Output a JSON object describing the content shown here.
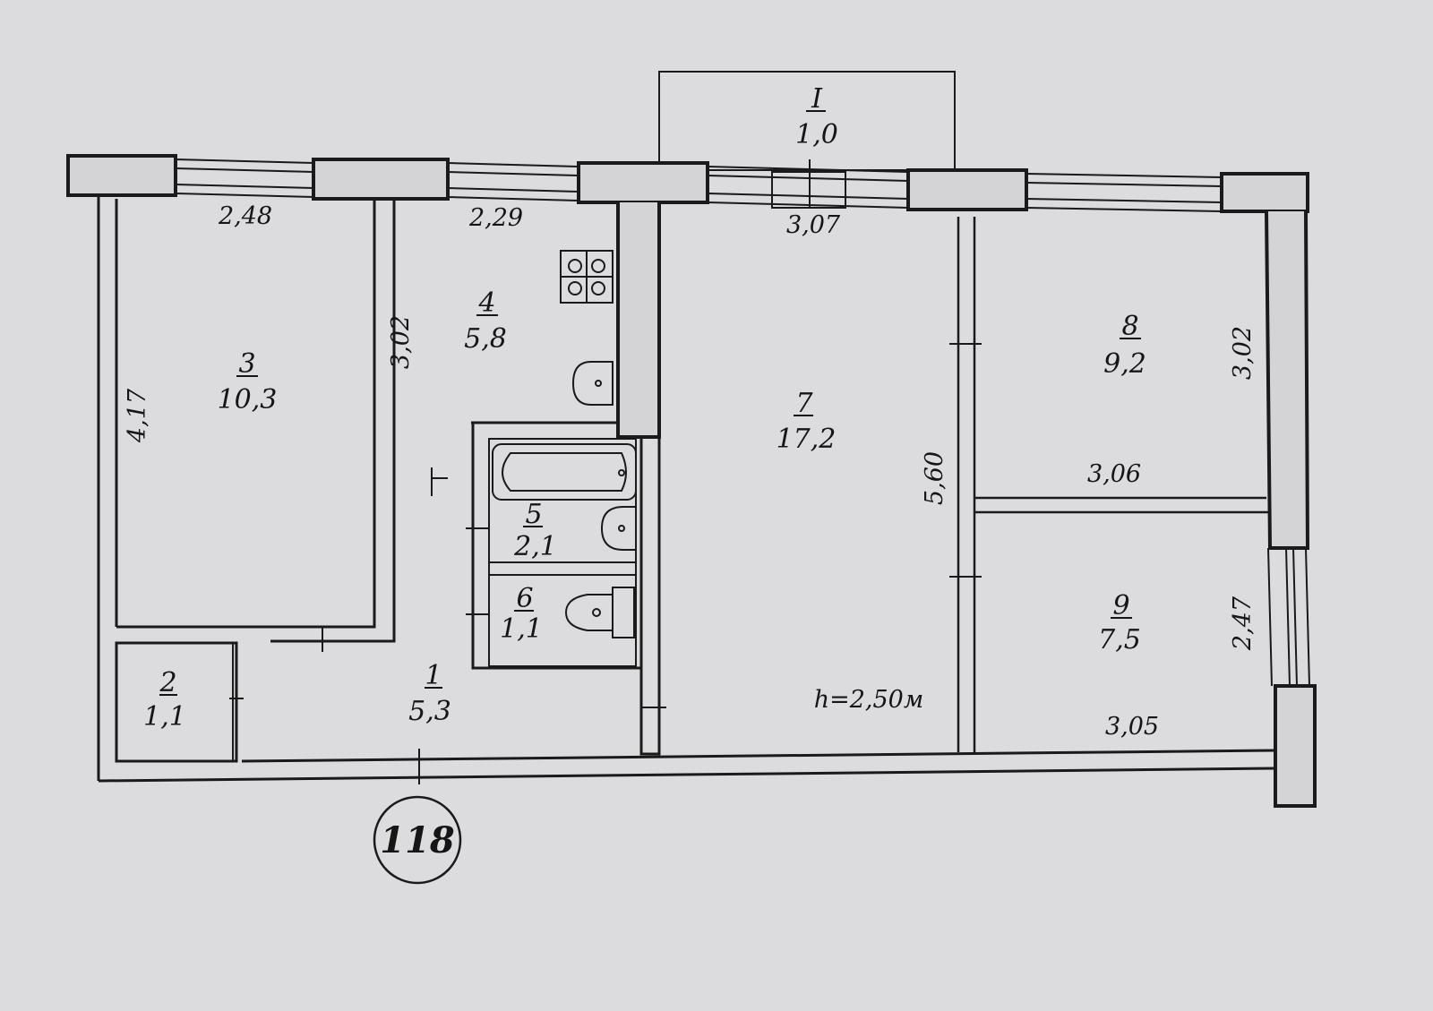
{
  "plan": {
    "apartment_number": "118",
    "ceiling_height": "h=2,50м",
    "rooms": [
      {
        "id": "balcony",
        "number": "I",
        "area": "1,0"
      },
      {
        "id": "hall",
        "number": "1",
        "area": "5,3"
      },
      {
        "id": "closet",
        "number": "2",
        "area": "1,1"
      },
      {
        "id": "bedroom-left",
        "number": "3",
        "area": "10,3"
      },
      {
        "id": "kitchen",
        "number": "4",
        "area": "5,8"
      },
      {
        "id": "bathroom",
        "number": "5",
        "area": "2,1"
      },
      {
        "id": "toilet",
        "number": "6",
        "area": "1,1"
      },
      {
        "id": "living-room",
        "number": "7",
        "area": "17,2"
      },
      {
        "id": "bedroom-right-top",
        "number": "8",
        "area": "9,2"
      },
      {
        "id": "bedroom-right-bottom",
        "number": "9",
        "area": "7,5"
      }
    ],
    "dimensions": {
      "room3_width": "2,48",
      "room3_length": "4,17",
      "kitchen_width": "2,29",
      "kitchen_length": "3,02",
      "living_width": "3,07",
      "living_length": "5,60",
      "room8_length": "3,02",
      "room8_width": "3,06",
      "room9_length": "2,47",
      "room9_width": "3,05"
    },
    "colors": {
      "paper": "#d9d9dc",
      "ink": "#1a1a1a"
    }
  }
}
